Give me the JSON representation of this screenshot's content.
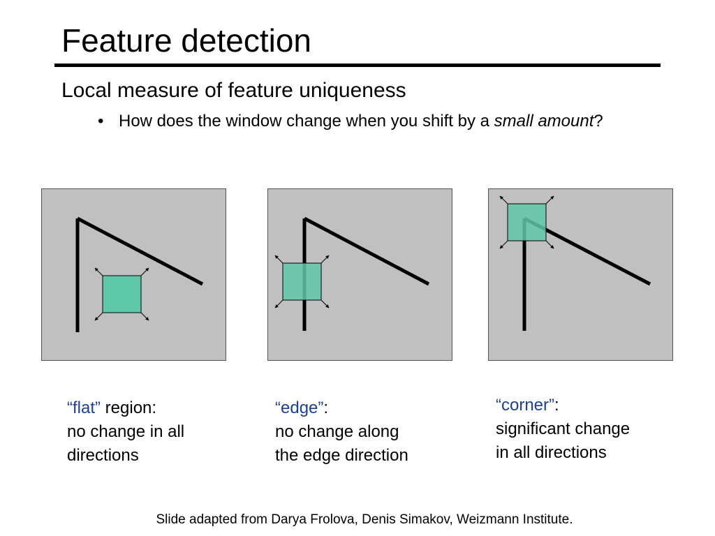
{
  "slide": {
    "title": "Feature detection",
    "subtitle": "Local measure of feature uniqueness",
    "bullet": {
      "dot": "•",
      "text_before": "How does the window change when you shift by a ",
      "text_italic": "small amount",
      "text_after": "?"
    }
  },
  "panels": [
    {
      "label": "flat-panel"
    },
    {
      "label": "edge-panel"
    },
    {
      "label": "corner-panel"
    }
  ],
  "captions": {
    "flat": {
      "quoted": "“flat”",
      "rest": " region:",
      "line2": "no change in all",
      "line3": "directions"
    },
    "edge": {
      "quoted": "“edge”",
      "rest": ":",
      "line2": "no change along",
      "line3": "the edge direction"
    },
    "corner": {
      "quoted": "“corner”",
      "rest": ":",
      "line2": "significant change",
      "line3": "in all directions"
    }
  },
  "footer": "Slide adapted from Darya Frolova, Denis Simakov, Weizmann Institute.",
  "colors": {
    "window_fill": "#5fc8a8",
    "panel_bg": "#c0c0c0",
    "quote_blue": "#1f3f8f"
  }
}
